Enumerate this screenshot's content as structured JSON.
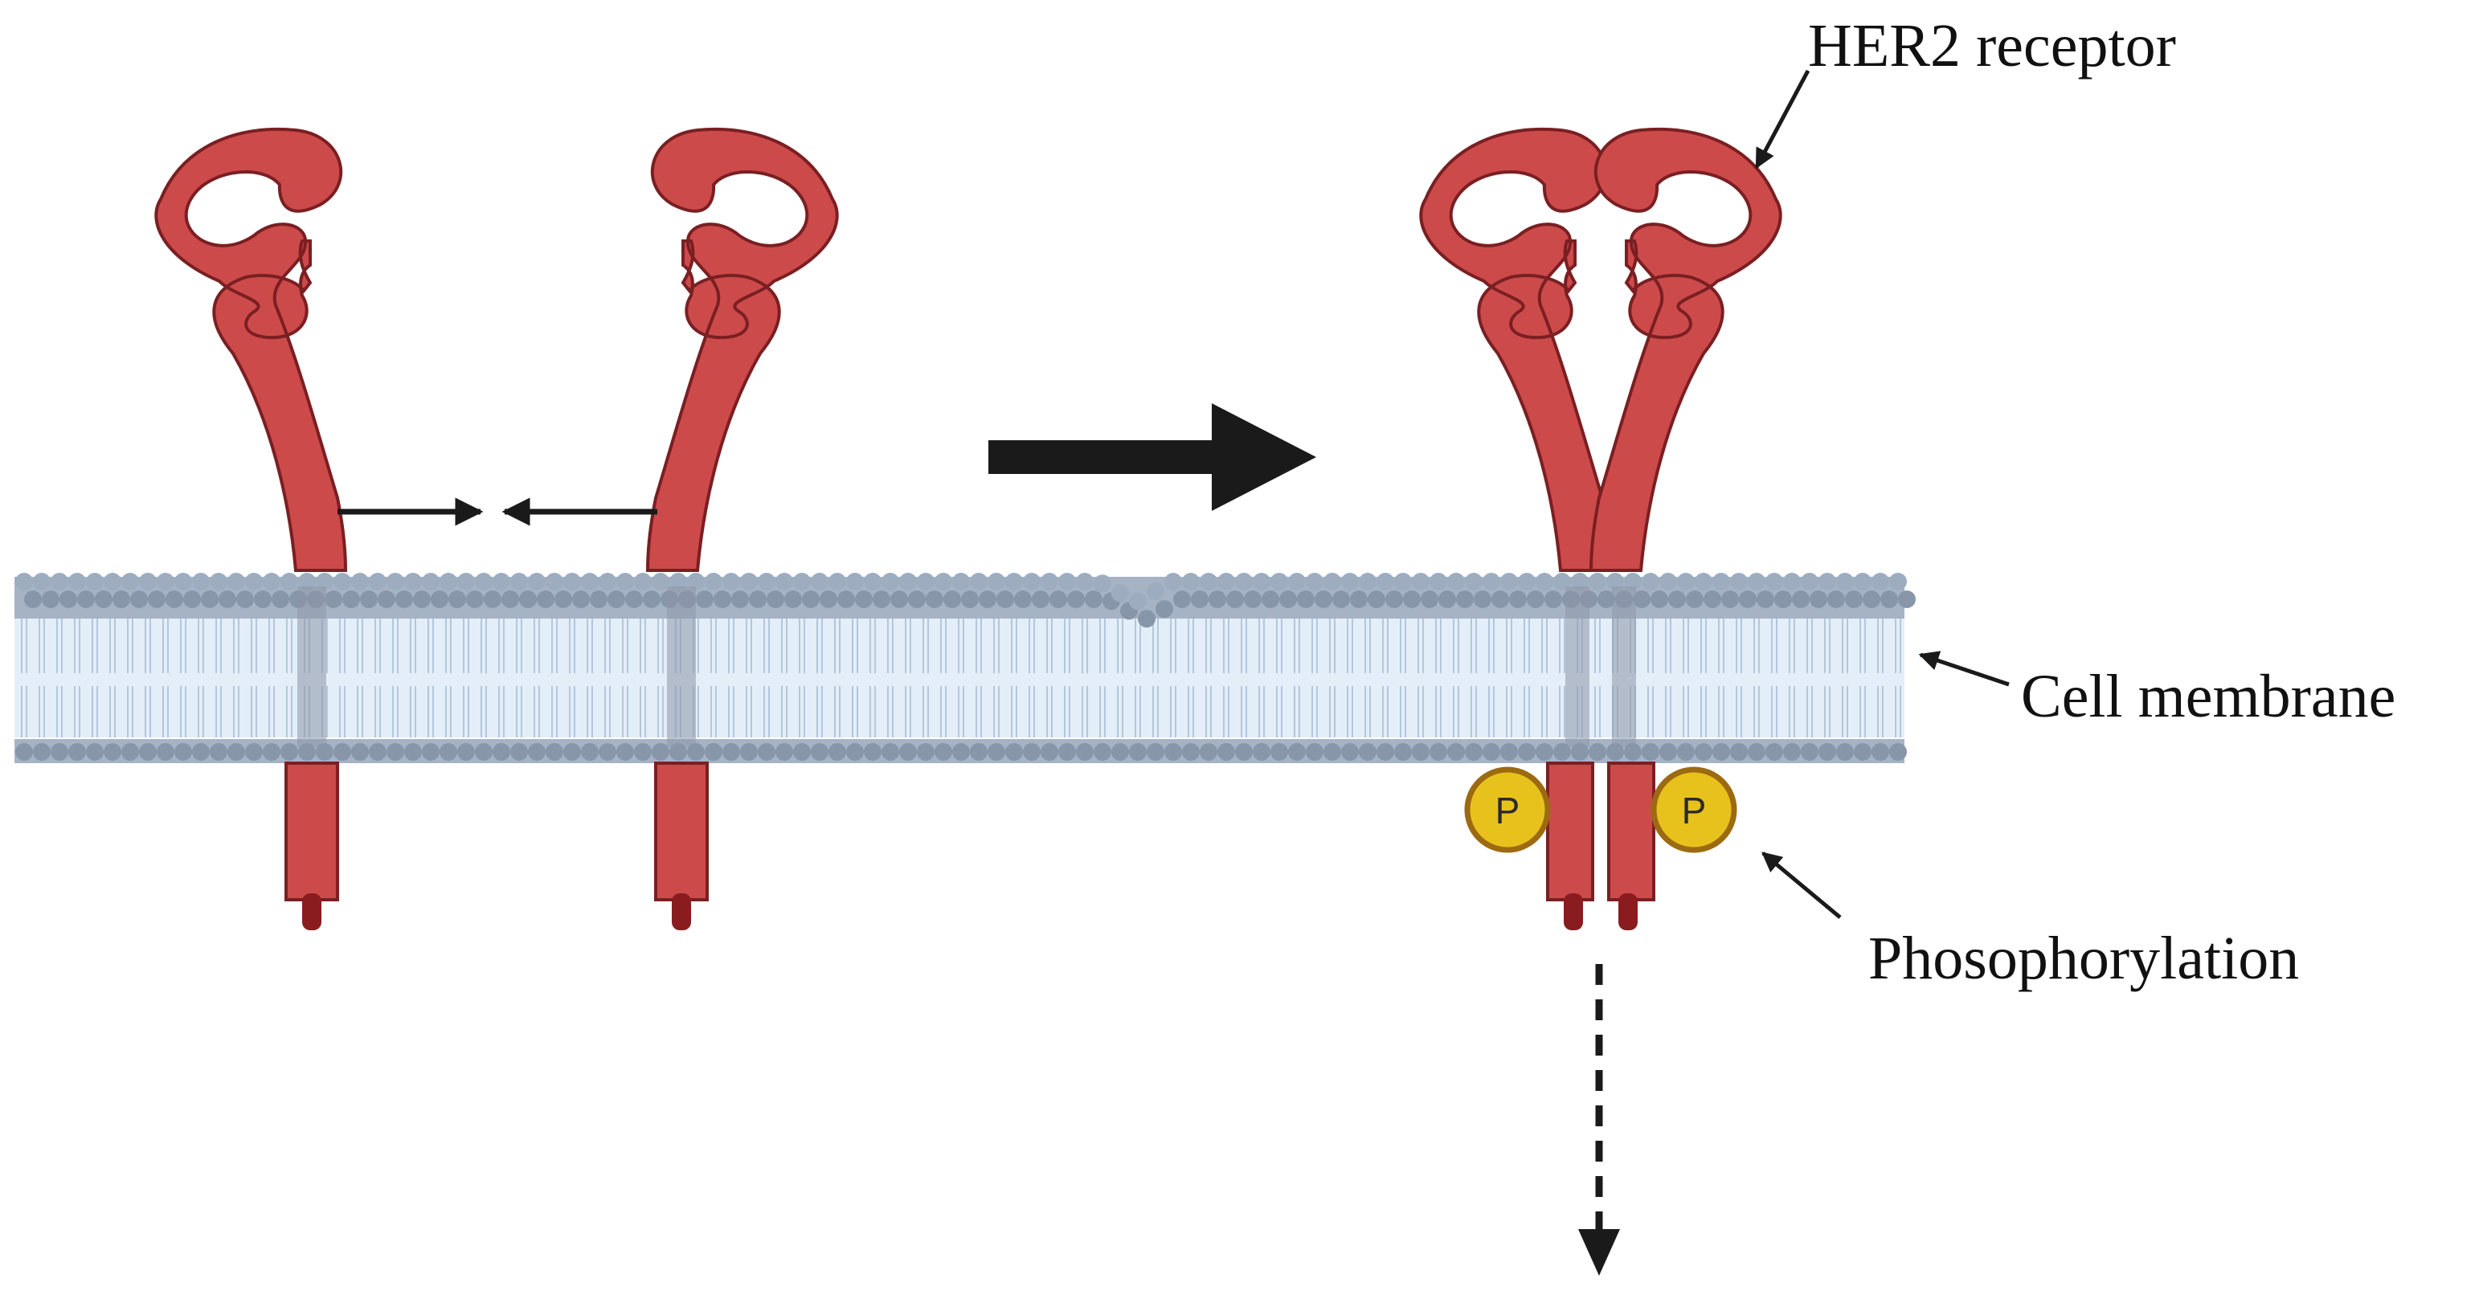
{
  "labels": {
    "her2_receptor": "HER2 receptor",
    "cell_membrane": "Cell membrane",
    "phosphorylation": "Phosophorylation",
    "phosphate_left": "P",
    "phosphate_right": "P"
  },
  "colors": {
    "receptor_fill": "#cd4a4b",
    "receptor_stroke": "#7a1f22",
    "receptor_tail": "#8a1c20",
    "lipid_head": "#9eacbf",
    "lipid_head_dark": "#8896aa",
    "membrane_core": "#e4eef8",
    "lipid_tail": "#b3c7dc",
    "phosphate_fill": "#e8c21c",
    "phosphate_stroke": "#9c6a10",
    "arrow": "#1a1a1a"
  },
  "icons": {
    "receptor": "her2-receptor-icon",
    "phosphate": "phosphate-group-icon",
    "membrane": "lipid-bilayer"
  }
}
